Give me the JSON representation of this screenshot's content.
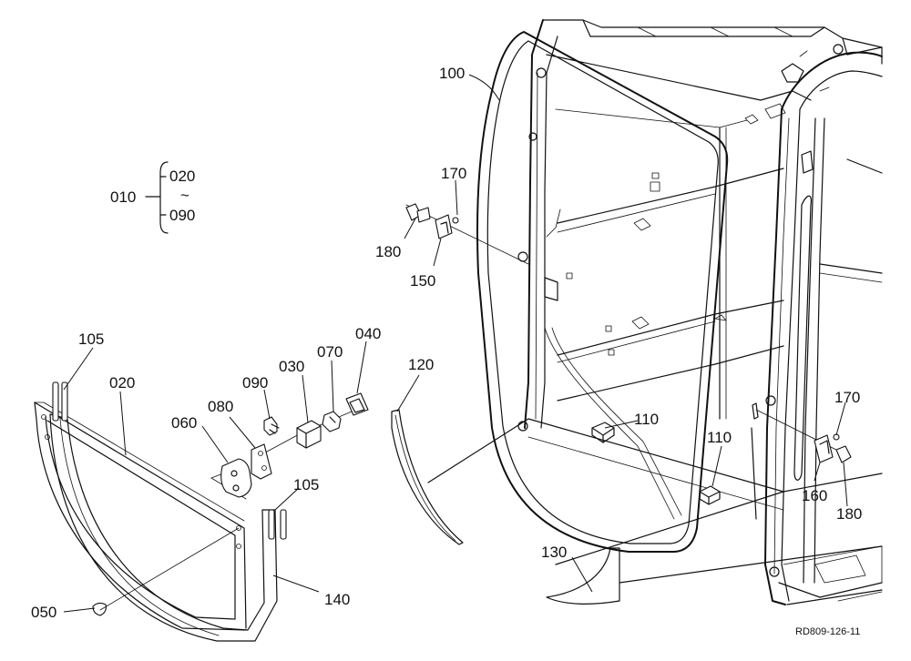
{
  "diagram": {
    "reference_code": "RD809-126-11",
    "group_label": {
      "parent": "010",
      "range_start": "020",
      "range_separator": "~",
      "range_end": "090"
    },
    "callouts": [
      {
        "id": "c100",
        "text": "100"
      },
      {
        "id": "c170a",
        "text": "170"
      },
      {
        "id": "c180a",
        "text": "180"
      },
      {
        "id": "c150",
        "text": "150"
      },
      {
        "id": "c105a",
        "text": "105"
      },
      {
        "id": "c020",
        "text": "020"
      },
      {
        "id": "c090",
        "text": "090"
      },
      {
        "id": "c030",
        "text": "030"
      },
      {
        "id": "c070",
        "text": "070"
      },
      {
        "id": "c040",
        "text": "040"
      },
      {
        "id": "c080",
        "text": "080"
      },
      {
        "id": "c060",
        "text": "060"
      },
      {
        "id": "c120",
        "text": "120"
      },
      {
        "id": "c110a",
        "text": "110"
      },
      {
        "id": "c110b",
        "text": "110"
      },
      {
        "id": "c105b",
        "text": "105"
      },
      {
        "id": "c130",
        "text": "130"
      },
      {
        "id": "c140",
        "text": "140"
      },
      {
        "id": "c050",
        "text": "050"
      },
      {
        "id": "c170b",
        "text": "170"
      },
      {
        "id": "c160",
        "text": "160"
      },
      {
        "id": "c180b",
        "text": "180"
      }
    ]
  }
}
